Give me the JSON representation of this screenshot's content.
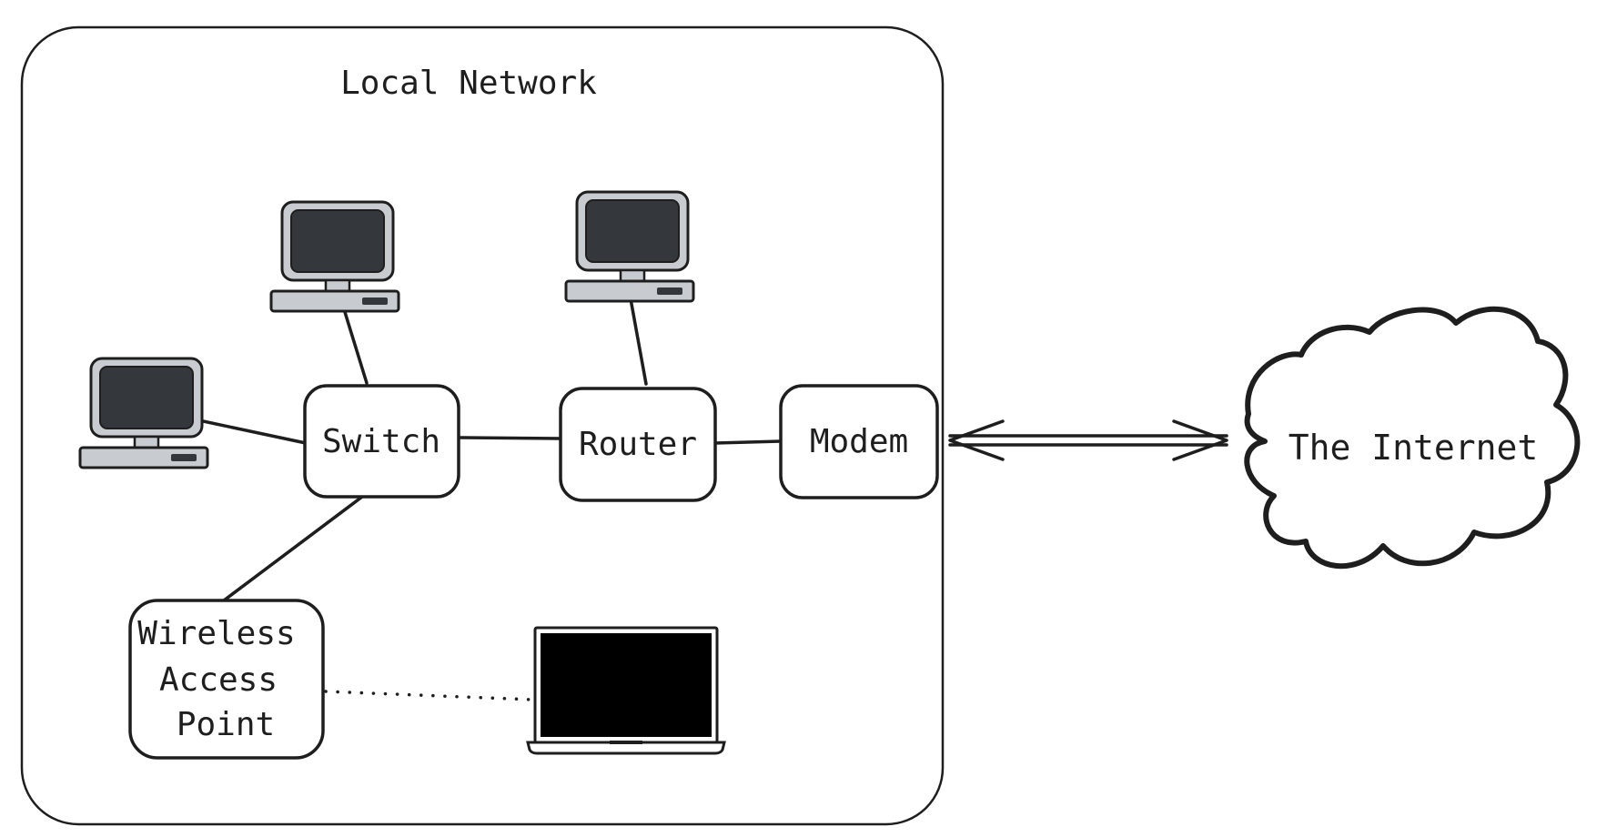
{
  "diagram": {
    "region": {
      "title": "Local Network"
    },
    "nodes": {
      "switch": "Switch",
      "router": "Router",
      "modem": "Modem",
      "access_point": [
        "Wireless",
        "Access",
        "Point"
      ],
      "internet": "The Internet"
    },
    "devices": [
      {
        "type": "desktop-computer",
        "link": "switch"
      },
      {
        "type": "desktop-computer",
        "link": "switch"
      },
      {
        "type": "desktop-computer",
        "link": "router"
      },
      {
        "type": "laptop",
        "link": "access_point",
        "link_style": "dotted"
      }
    ],
    "links": [
      {
        "from": "switch",
        "to": "router",
        "style": "solid"
      },
      {
        "from": "router",
        "to": "modem",
        "style": "solid"
      },
      {
        "from": "switch",
        "to": "access_point",
        "style": "solid"
      },
      {
        "from": "modem",
        "to": "internet",
        "style": "double-arrow"
      }
    ],
    "colors": {
      "stroke": "#1e1e1e",
      "screen": "#34373b",
      "device_body": "#c8ccd0",
      "laptop_screen": "#000000",
      "background": "#ffffff"
    }
  }
}
